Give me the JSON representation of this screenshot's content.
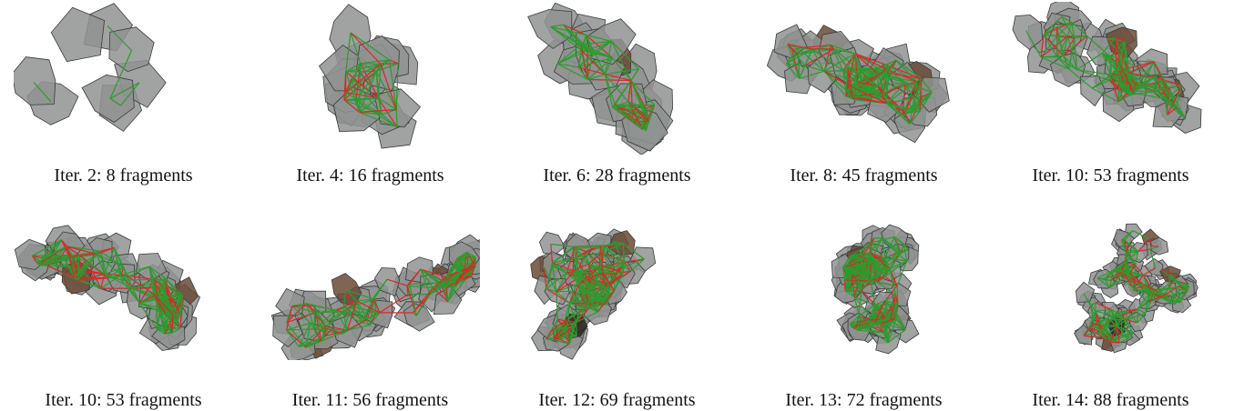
{
  "panels": [
    {
      "caption": "Iter. 2: 8 fragments",
      "fragments": 8
    },
    {
      "caption": "Iter. 4: 16 fragments",
      "fragments": 16
    },
    {
      "caption": "Iter. 6: 28 fragments",
      "fragments": 28
    },
    {
      "caption": "Iter. 8: 45 fragments",
      "fragments": 45
    },
    {
      "caption": "Iter. 10: 53 fragments",
      "fragments": 53
    },
    {
      "caption": "Iter. 10: 53 fragments",
      "fragments": 53
    },
    {
      "caption": "Iter. 11: 56 fragments",
      "fragments": 56
    },
    {
      "caption": "Iter. 12: 69 fragments",
      "fragments": 69
    },
    {
      "caption": "Iter. 13: 72 fragments",
      "fragments": 72
    },
    {
      "caption": "Iter. 14: 88 fragments",
      "fragments": 88
    }
  ],
  "colors": {
    "fragment_fill": "#8f9390",
    "fragment_stroke": "#3a3a3a",
    "edge_good": "#2f9a2f",
    "edge_bad": "#d42a2a",
    "brown_fragment": "#6b4a36",
    "dark_fragment": "#2b2220"
  }
}
